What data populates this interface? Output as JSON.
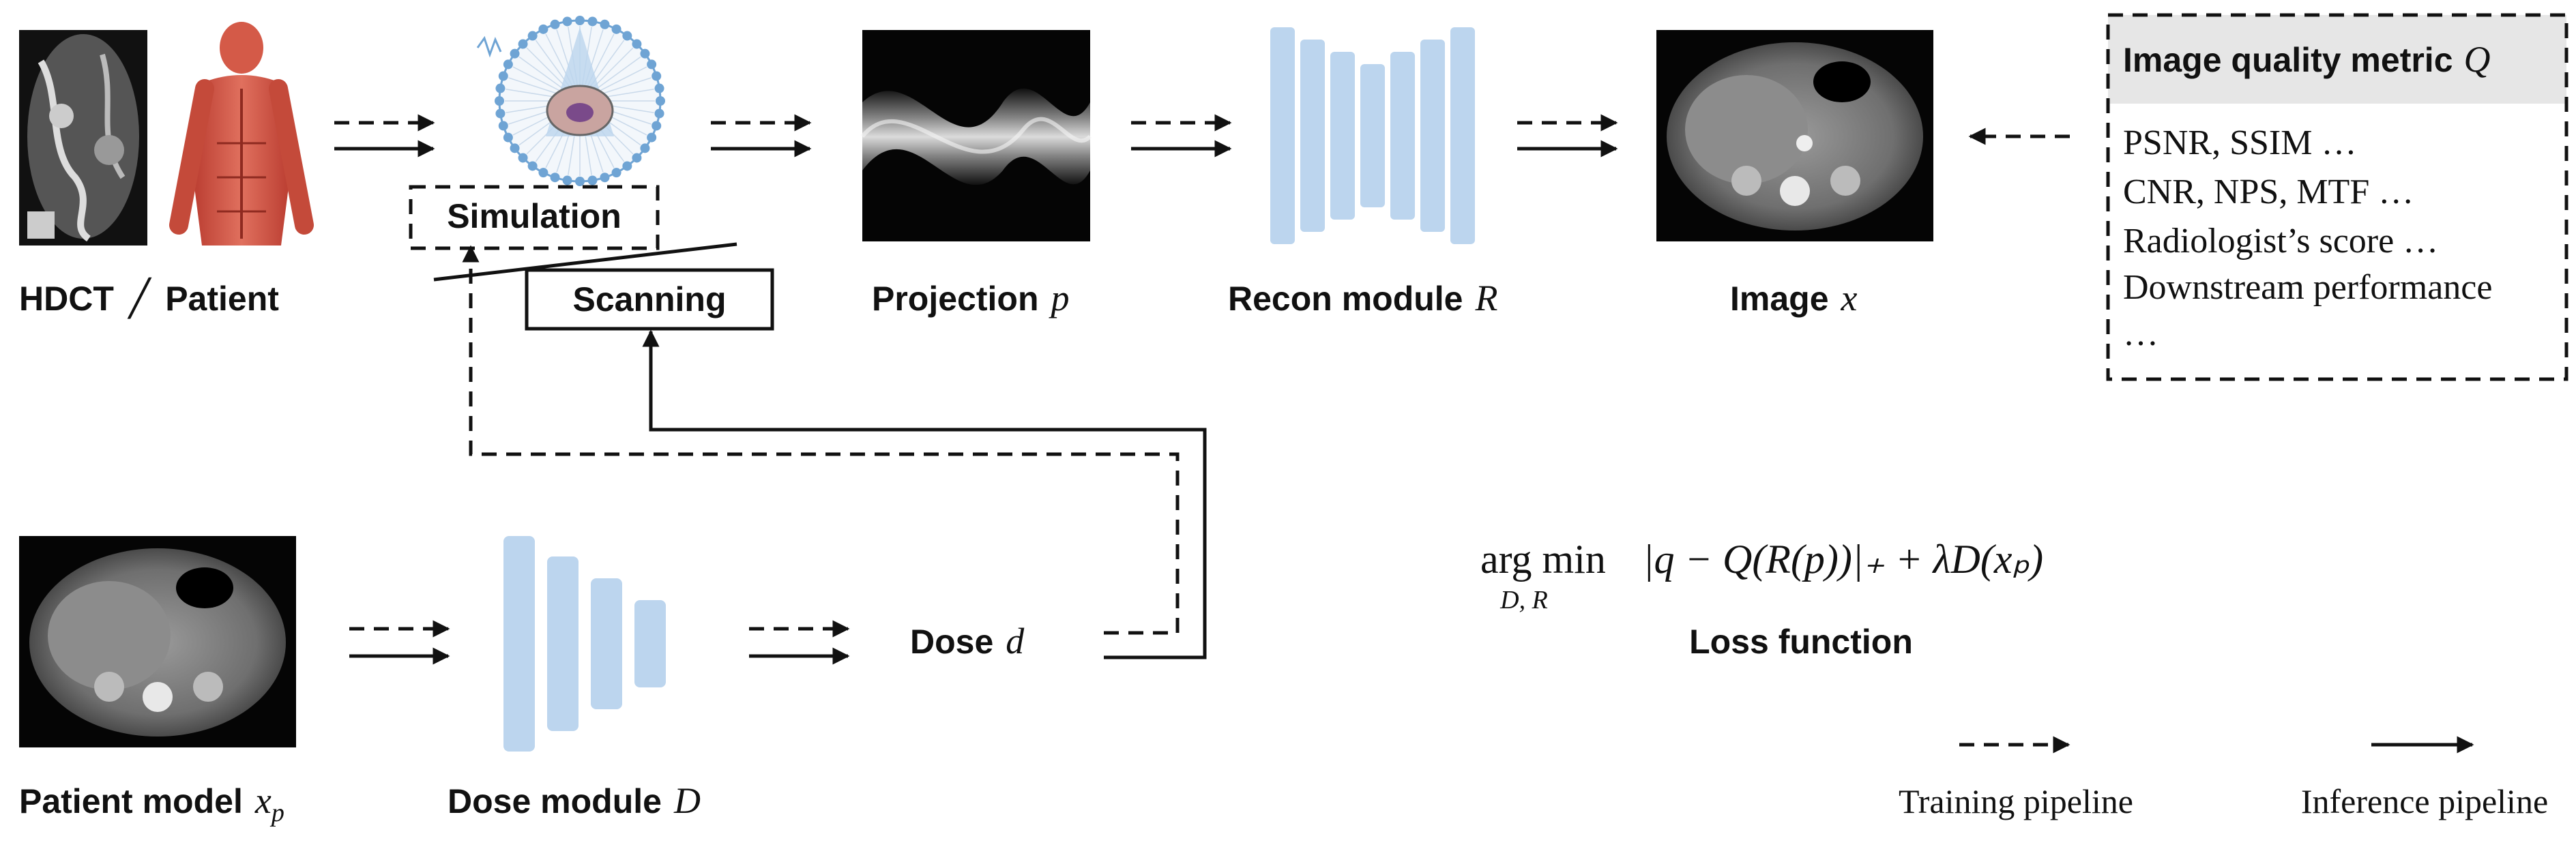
{
  "nodes": {
    "hdct_label": "HDCT",
    "patient_label": "Patient",
    "simulation_label": "Simulation",
    "scanning_label": "Scanning",
    "projection_label": "Projection",
    "projection_var": "p",
    "recon_label": "Recon module",
    "recon_var": "R",
    "image_label": "Image",
    "image_var": "x",
    "patient_model_label": "Patient model",
    "patient_model_var": "x",
    "patient_model_sub": "p",
    "dose_module_label": "Dose module",
    "dose_module_var": "D",
    "dose_label": "Dose",
    "dose_var": "d"
  },
  "metric_box": {
    "title": "Image quality metric",
    "title_var": "Q",
    "items": [
      "PSNR, SSIM …",
      "CNR, NPS, MTF …",
      "Radiologist’s score …",
      "Downstream performance",
      "…"
    ]
  },
  "loss": {
    "operator": "arg min",
    "operator_sub": "D, R",
    "expression": "|q − Q(R(p))|₊ + λD(xₚ)",
    "label": "Loss function"
  },
  "legend": {
    "training": "Training pipeline",
    "inference": "Inference pipeline"
  },
  "colors": {
    "module_blue": "#bcd5ee",
    "metric_header": "#e6e6e6",
    "arrow": "#111111"
  },
  "icons": {
    "ct_coronal": "ct-coronal-scan-icon",
    "patient_anatomy": "muscle-anatomy-figure-icon",
    "scanner": "ct-scanner-ring-icon",
    "sinogram": "sinogram-image-icon",
    "ct_axial": "ct-axial-slice-icon"
  }
}
